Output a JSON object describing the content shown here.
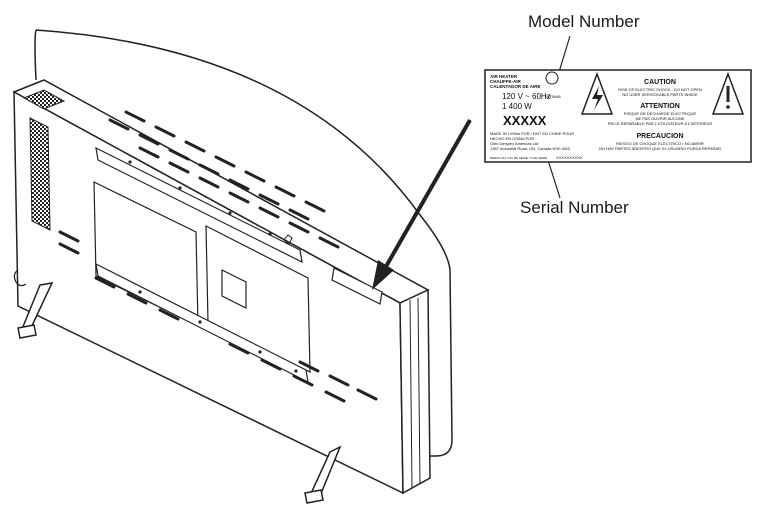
{
  "callouts": {
    "model_number": "Model Number",
    "serial_number": "Serial Number"
  },
  "label": {
    "product_en": "AIR HEATER",
    "product_fr": "CHAUFFE-AIR",
    "product_es": "CALENTADOR DE AIRE",
    "voltage": "120 V ~ 60Hz",
    "wattage": "1 400 W",
    "model": "XXXXX",
    "origin_1": "MADE IN CHINA FOR / FAIT EN CHINE POUR",
    "origin_2": "HECHO EN CHINA POR",
    "company": "Glen Dimplex Americas Ltd",
    "address": "1367 Industrial Road, ON, Canada N3H 4W3",
    "serial_prefix": "SERIAL NO / NO DE SÉRIE / N DE SERIE",
    "serial": "XXXXXXXXXX",
    "cert_code": "2619648",
    "caution_title": "CAUTION",
    "caution_line1": "RISK OF ELECTRIC SHOCK - DO NOT OPEN",
    "caution_line2": "NO USER SERVICEABLE PARTS INSIDE",
    "attention_title": "ATTENTION",
    "attention_line1": "RISQUE DE DECHARGE ELECTRIQUE",
    "attention_line2": "NE PAS OUVRIR AUCUNE",
    "attention_line3": "PIECE REPARABLE PAR L'UTILISATEUR A L'INTERIEUR",
    "precaucion_title": "PRECAUCION",
    "precaucion_line1": "RIESGO DE CHOQUE ELECTRICO • NO ABRIR",
    "precaucion_line2": "NO HAY PARTES ADENTRO QUE EL USUARIO PUEDA REPARAR"
  }
}
